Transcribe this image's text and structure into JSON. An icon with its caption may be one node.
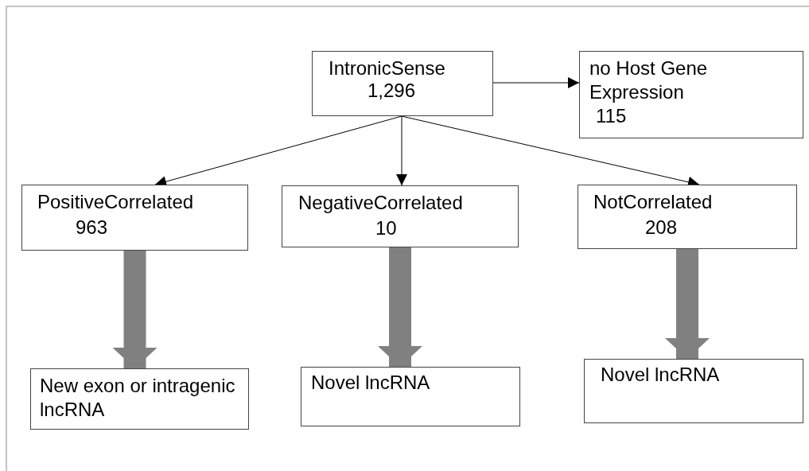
{
  "diagram": {
    "nodes": [
      {
        "text": [
          "IntronicSense",
          "1,296"
        ]
      },
      {
        "text": [
          "no Host Gene Expression",
          "115"
        ]
      },
      {
        "text": [
          "PositiveCorrelated",
          "963"
        ]
      },
      {
        "text": [
          "NegativeCorrelated",
          "10"
        ]
      },
      {
        "text": [
          "NotCorrelated",
          "208"
        ]
      },
      {
        "text": [
          "New exon or intragenic lncRNA"
        ]
      },
      {
        "text": [
          "Novel lncRNA"
        ]
      },
      {
        "text": [
          "Novel lncRNA"
        ]
      }
    ],
    "edges": [
      {
        "from": 0,
        "to": 1,
        "arrow": "to"
      },
      {
        "from": 0,
        "to": 2,
        "arrow": "to"
      },
      {
        "from": 0,
        "to": 3,
        "arrow": "to"
      },
      {
        "from": 0,
        "to": 4,
        "arrow": "to"
      },
      {
        "from": 2,
        "to": 5,
        "arrow": "to",
        "style": "thick",
        "color": "#808080"
      },
      {
        "from": 3,
        "to": 6,
        "arrow": "to",
        "style": "thick",
        "color": "#808080"
      },
      {
        "from": 4,
        "to": 7,
        "arrow": "to",
        "style": "thick",
        "color": "#808080"
      }
    ]
  }
}
